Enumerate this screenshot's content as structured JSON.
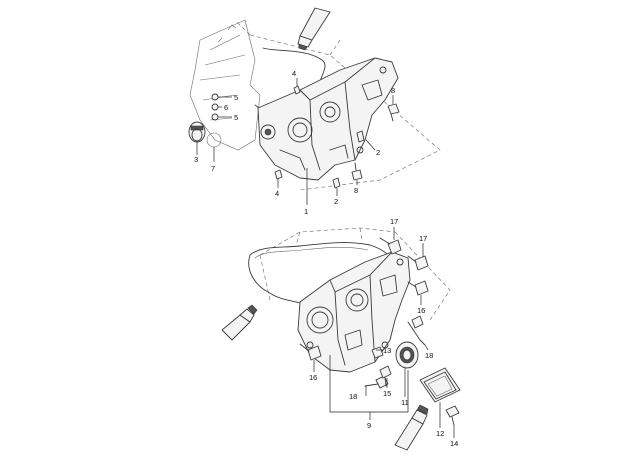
{
  "diagram": {
    "upper_callouts": [
      {
        "id": "c4a",
        "text": "4"
      },
      {
        "id": "c5a",
        "text": "5"
      },
      {
        "id": "c6",
        "text": "6"
      },
      {
        "id": "c5b",
        "text": "5"
      },
      {
        "id": "c8a",
        "text": "8"
      },
      {
        "id": "c2a",
        "text": "2"
      },
      {
        "id": "c3",
        "text": "3"
      },
      {
        "id": "c7",
        "text": "7"
      },
      {
        "id": "c4b",
        "text": "4"
      },
      {
        "id": "c2b",
        "text": "2"
      },
      {
        "id": "c8b",
        "text": "8"
      },
      {
        "id": "c1",
        "text": "1"
      }
    ],
    "lower_callouts": [
      {
        "id": "c17a",
        "text": "17"
      },
      {
        "id": "c17b",
        "text": "17"
      },
      {
        "id": "c16a",
        "text": "16"
      },
      {
        "id": "c18a",
        "text": "18"
      },
      {
        "id": "c13",
        "text": "13"
      },
      {
        "id": "c16b",
        "text": "16"
      },
      {
        "id": "c15",
        "text": "15"
      },
      {
        "id": "c18b",
        "text": "18"
      },
      {
        "id": "c11",
        "text": "11"
      },
      {
        "id": "c9",
        "text": "9"
      },
      {
        "id": "c12",
        "text": "12"
      },
      {
        "id": "c14",
        "text": "14"
      }
    ]
  }
}
